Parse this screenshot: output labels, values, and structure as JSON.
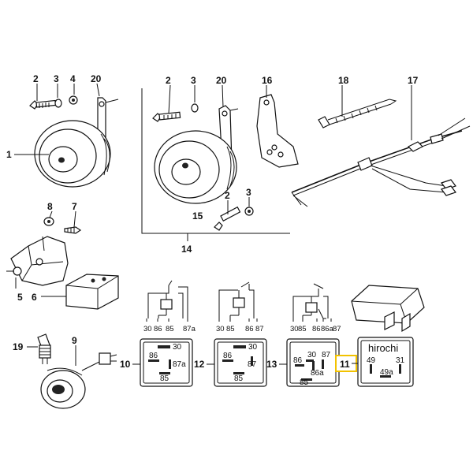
{
  "callouts": {
    "c1": "1",
    "c2a": "2",
    "c3a": "3",
    "c4": "4",
    "c20a": "20",
    "c2b": "2",
    "c3b": "3",
    "c20b": "20",
    "c16": "16",
    "c18": "18",
    "c17": "17",
    "c2c": "2",
    "c3c": "3",
    "c15": "15",
    "c14": "14",
    "c8": "8",
    "c7": "7",
    "c5": "5",
    "c6": "6",
    "c19": "19",
    "c9": "9",
    "c10": "10",
    "c12": "12",
    "c13": "13",
    "c11": "11"
  },
  "relay10": {
    "schematic_pins": [
      "30",
      "86",
      "85",
      "87a"
    ],
    "face_pins": {
      "p30": "30",
      "p86": "86",
      "p87a": "87a",
      "p85": "85"
    }
  },
  "relay12": {
    "schematic_pins": [
      "30",
      "85",
      "86",
      "87"
    ],
    "face_pins": {
      "p30": "30",
      "p86": "86",
      "p87": "87",
      "p85": "85"
    }
  },
  "relay13": {
    "schematic_pins": [
      "30",
      "85",
      "86",
      "86a",
      "87"
    ],
    "face_pins": {
      "p86": "86",
      "p30": "30",
      "p87": "87",
      "p86a": "86a",
      "p85": "85"
    }
  },
  "relay11": {
    "face_pins": {
      "p49": "49",
      "p31": "31",
      "p49a": "49a"
    },
    "watermark": "hirochi"
  },
  "colors": {
    "ink": "#111111",
    "highlight": "#f2c200",
    "background": "#ffffff"
  }
}
